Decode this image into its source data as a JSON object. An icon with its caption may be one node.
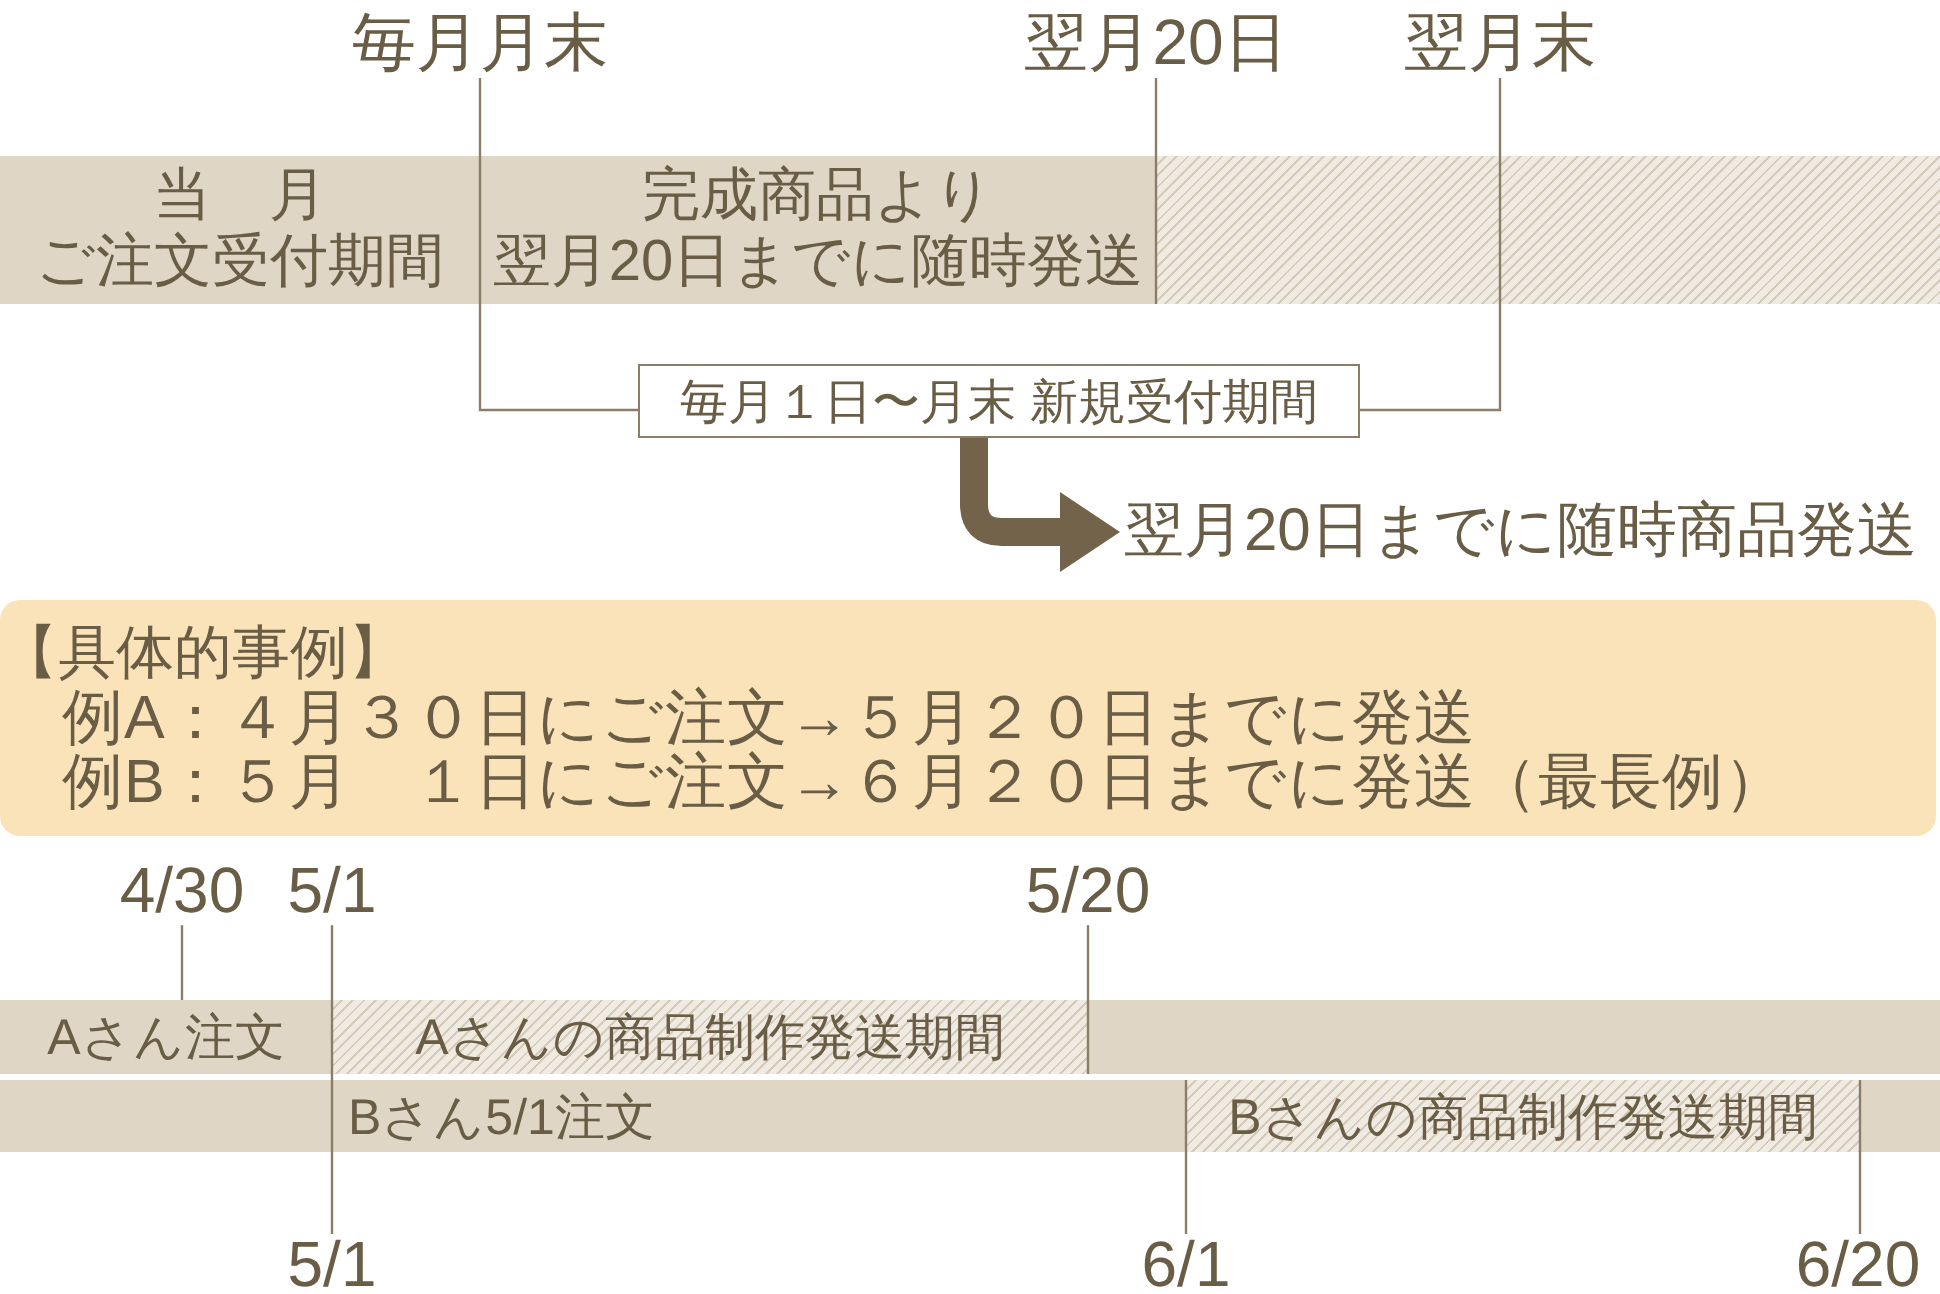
{
  "diagram": {
    "nodes": [
      {
        "text": [
          "毎月月末"
        ]
      },
      {
        "text": [
          "翌月20日"
        ]
      },
      {
        "text": [
          "翌月末"
        ]
      },
      {
        "text": [
          "当　月",
          "ご注文受付期間"
        ]
      },
      {
        "text": [
          "完成商品より",
          "翌月20日までに随時発送"
        ]
      },
      {
        "text": [],
        "shape": "bar"
      },
      {
        "text": [],
        "shape": "bar"
      },
      {
        "text": [
          "毎月１日〜月末 新規受付期間"
        ]
      },
      {
        "text": [
          "翌月20日までに随時商品発送"
        ]
      },
      {
        "text": [
          "【具体的事例】",
          "例A：４月３０日にご注文→５月２０日までに発送",
          "例B：５月　１日にご注文→６月２０日までに発送（最長例）"
        ]
      },
      {
        "text": [
          "4/30"
        ]
      },
      {
        "text": [
          "5/1"
        ]
      },
      {
        "text": [
          "5/20"
        ]
      },
      {
        "text": [
          "Aさん注文"
        ]
      },
      {
        "text": [
          "Aさんの商品制作発送期間"
        ]
      },
      {
        "text": [],
        "shape": "bar"
      },
      {
        "text": [],
        "shape": "bar"
      },
      {
        "text": [
          "Bさん5/1注文"
        ]
      },
      {
        "text": [
          "Bさんの商品制作発送期間"
        ]
      },
      {
        "text": [],
        "shape": "bar"
      },
      {
        "text": [
          "5/1"
        ]
      },
      {
        "text": [
          "6/1"
        ]
      },
      {
        "text": [
          "6/20"
        ]
      }
    ],
    "edges": [
      {
        "from": 0,
        "to": 7,
        "arrow": "none"
      },
      {
        "from": 1,
        "to": 4,
        "arrow": "none"
      },
      {
        "from": 2,
        "to": 7,
        "arrow": "none"
      },
      {
        "from": 7,
        "to": 8,
        "arrow": "to",
        "style": "thick",
        "color": "#72634a"
      },
      {
        "from": 10,
        "to": 13,
        "arrow": "none"
      },
      {
        "from": 11,
        "to": 20,
        "arrow": "none"
      },
      {
        "from": 12,
        "to": 14,
        "arrow": "none"
      },
      {
        "from": 21,
        "to": 18,
        "arrow": "none"
      },
      {
        "from": 22,
        "to": 18,
        "arrow": "none"
      }
    ]
  }
}
